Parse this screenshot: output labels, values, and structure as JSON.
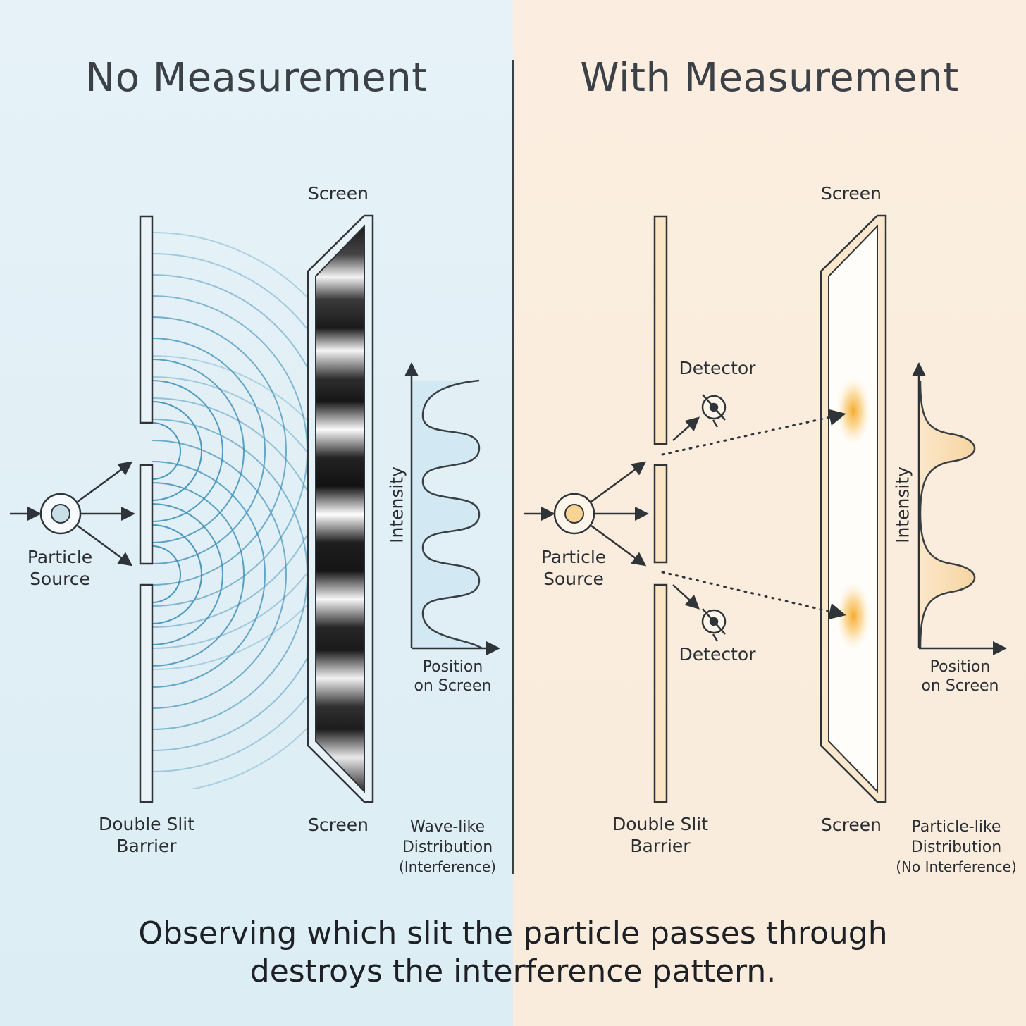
{
  "left": {
    "title": "No Measurement",
    "screen_top_label": "Screen",
    "screen_bottom_label": "Screen",
    "source_label_1": "Particle",
    "source_label_2": "Source",
    "barrier_label_1": "Double Slit",
    "barrier_label_2": "Barrier",
    "y_axis_label": "Intensity",
    "x_axis_label_1": "Position",
    "x_axis_label_2": "on Screen",
    "distribution_label_1": "Wave-like",
    "distribution_label_2": "Distribution",
    "distribution_label_3": "(Interference)"
  },
  "right": {
    "title": "With Measurement",
    "screen_top_label": "Screen",
    "screen_bottom_label": "Screen",
    "source_label_1": "Particle",
    "source_label_2": "Source",
    "barrier_label_1": "Double Slit",
    "barrier_label_2": "Barrier",
    "detector_top_label": "Detector",
    "detector_bottom_label": "Detector",
    "y_axis_label": "Intensity",
    "x_axis_label_1": "Position",
    "x_axis_label_2": "on Screen",
    "distribution_label_1": "Particle-like",
    "distribution_label_2": "Distribution",
    "distribution_label_3": "(No Interference)"
  },
  "caption": {
    "line1": "Observing which slit the particle passes through",
    "line2": "destroys the interference pattern."
  },
  "colors": {
    "left_background": "#e3f0f6",
    "right_background": "#faeddf",
    "wave_blue": "#3f8fb8",
    "glow_orange": "#f5a623",
    "peak_fill": "#f6d9a6",
    "wave_fill": "#cfe6f1",
    "line_dark": "#3a3f44"
  }
}
